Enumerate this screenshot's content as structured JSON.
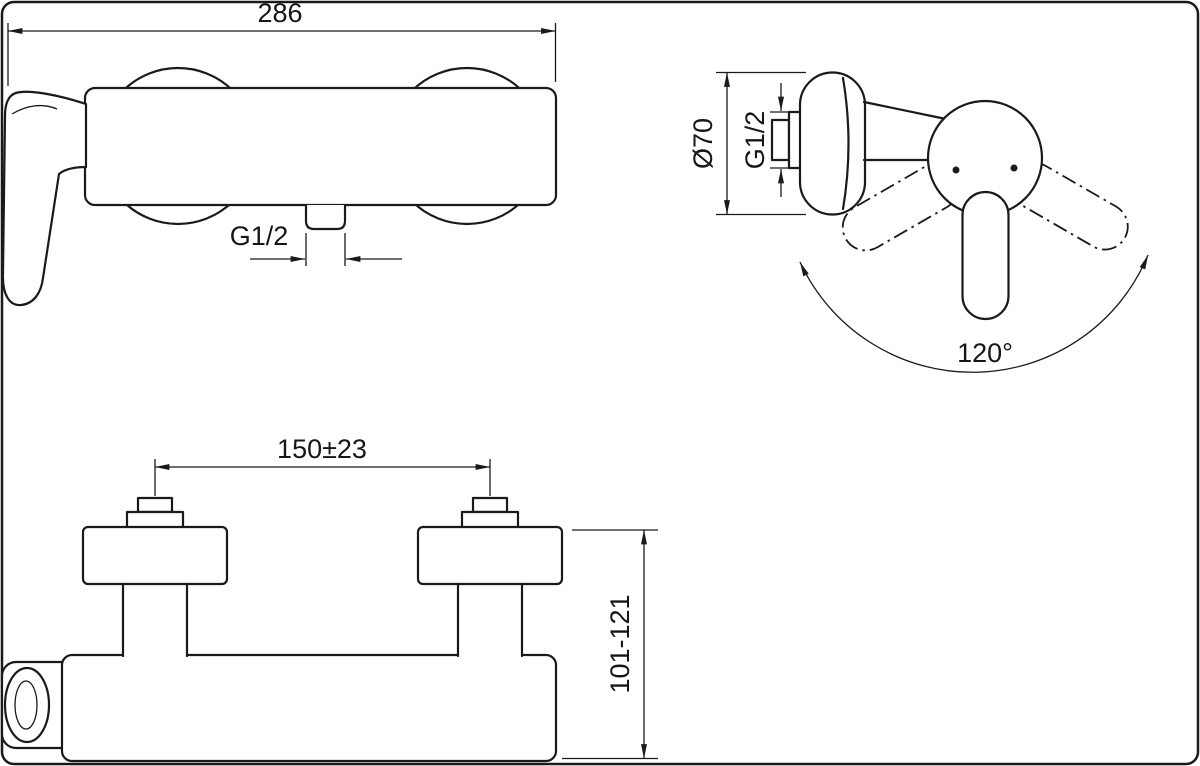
{
  "drawing": {
    "background": "#ffffff",
    "line_color": "#1a1a1a",
    "views": {
      "top": {
        "overall_width": "286",
        "outlet_thread": "G1/2"
      },
      "side": {
        "escutcheon_diameter": "Ø70",
        "inlet_thread": "G1/2",
        "handle_rotation": "120°"
      },
      "front": {
        "inlet_spacing": "150±23",
        "mounting_height": "101-121"
      }
    }
  }
}
